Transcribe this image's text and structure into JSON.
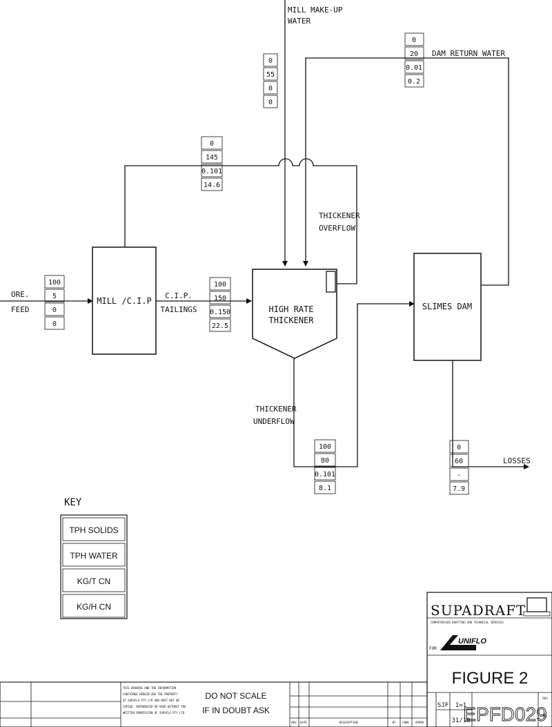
{
  "streams": {
    "mill_makeup": {
      "label_lines": [
        "MILL MAKE-UP",
        "WATER"
      ],
      "values": [
        "0",
        "55",
        "0",
        "0"
      ]
    },
    "dam_return": {
      "label": "DAM RETURN WATER",
      "values": [
        "0",
        "20",
        "0.01",
        "0.2"
      ]
    },
    "thickener_overflow": {
      "label_lines": [
        "THICKENER",
        "OVERFLOW"
      ],
      "values": [
        "0",
        "145",
        "0.101",
        "14.6"
      ]
    },
    "ore_feed": {
      "label_lines": [
        "ORE.",
        "FEED"
      ],
      "values": [
        "100",
        "5",
        "0",
        "0"
      ]
    },
    "cip_tailings": {
      "label_lines": [
        "C.I.P.",
        "TAILINGS"
      ],
      "values": [
        "100",
        "150",
        "0.150",
        "22.5"
      ]
    },
    "thickener_underflow": {
      "label_lines": [
        "THICKENER",
        "UNDERFLOW"
      ],
      "values": [
        "100",
        "80",
        "0.101",
        "8.1"
      ]
    },
    "losses": {
      "label": "LOSSES",
      "values": [
        "0",
        "60",
        "-",
        "7.9"
      ]
    }
  },
  "units": {
    "mill_cip": "MILL /C.I.P",
    "thickener": [
      "HIGH RATE",
      "THICKENER"
    ],
    "slimes_dam": "SLIMES DAM"
  },
  "key": {
    "title": "KEY",
    "items": [
      "TPH SOLIDS",
      "TPH WATER",
      "KG/T CN",
      "KG/H CN"
    ]
  },
  "title_block": {
    "company": "SUPADRAFT",
    "company_sub": "COMPUTERISED DRAFTING AND TECHNICAL SERVICES",
    "client_logo": "UNIFLO",
    "figure": "FIGURE 2",
    "drawing_no": "EPFD029",
    "rev_label": "REV",
    "rev": "0",
    "drawn_by": "SJF",
    "scale": "1=1",
    "date": "31/10",
    "for_label": "FOR",
    "notice_lines": [
      "THIS DRAWING AND THE INFORMATION",
      "CONTAINED HEREIN ARE THE PROPERTY",
      "OF SUPAFLO PTY LTD AND MUST NOT BE",
      "COPIED, REPRODUCED OR USED WITHOUT THE",
      "WRITTEN PERMISSION OF SUPAFLO PTY LTD."
    ],
    "warning_lines": [
      "DO NOT SCALE",
      "IF IN DOUBT ASK"
    ],
    "rev_cols": [
      "REV",
      "DATE",
      "DESCRIPTION",
      "BY",
      "CHKD",
      "APPRD"
    ]
  }
}
